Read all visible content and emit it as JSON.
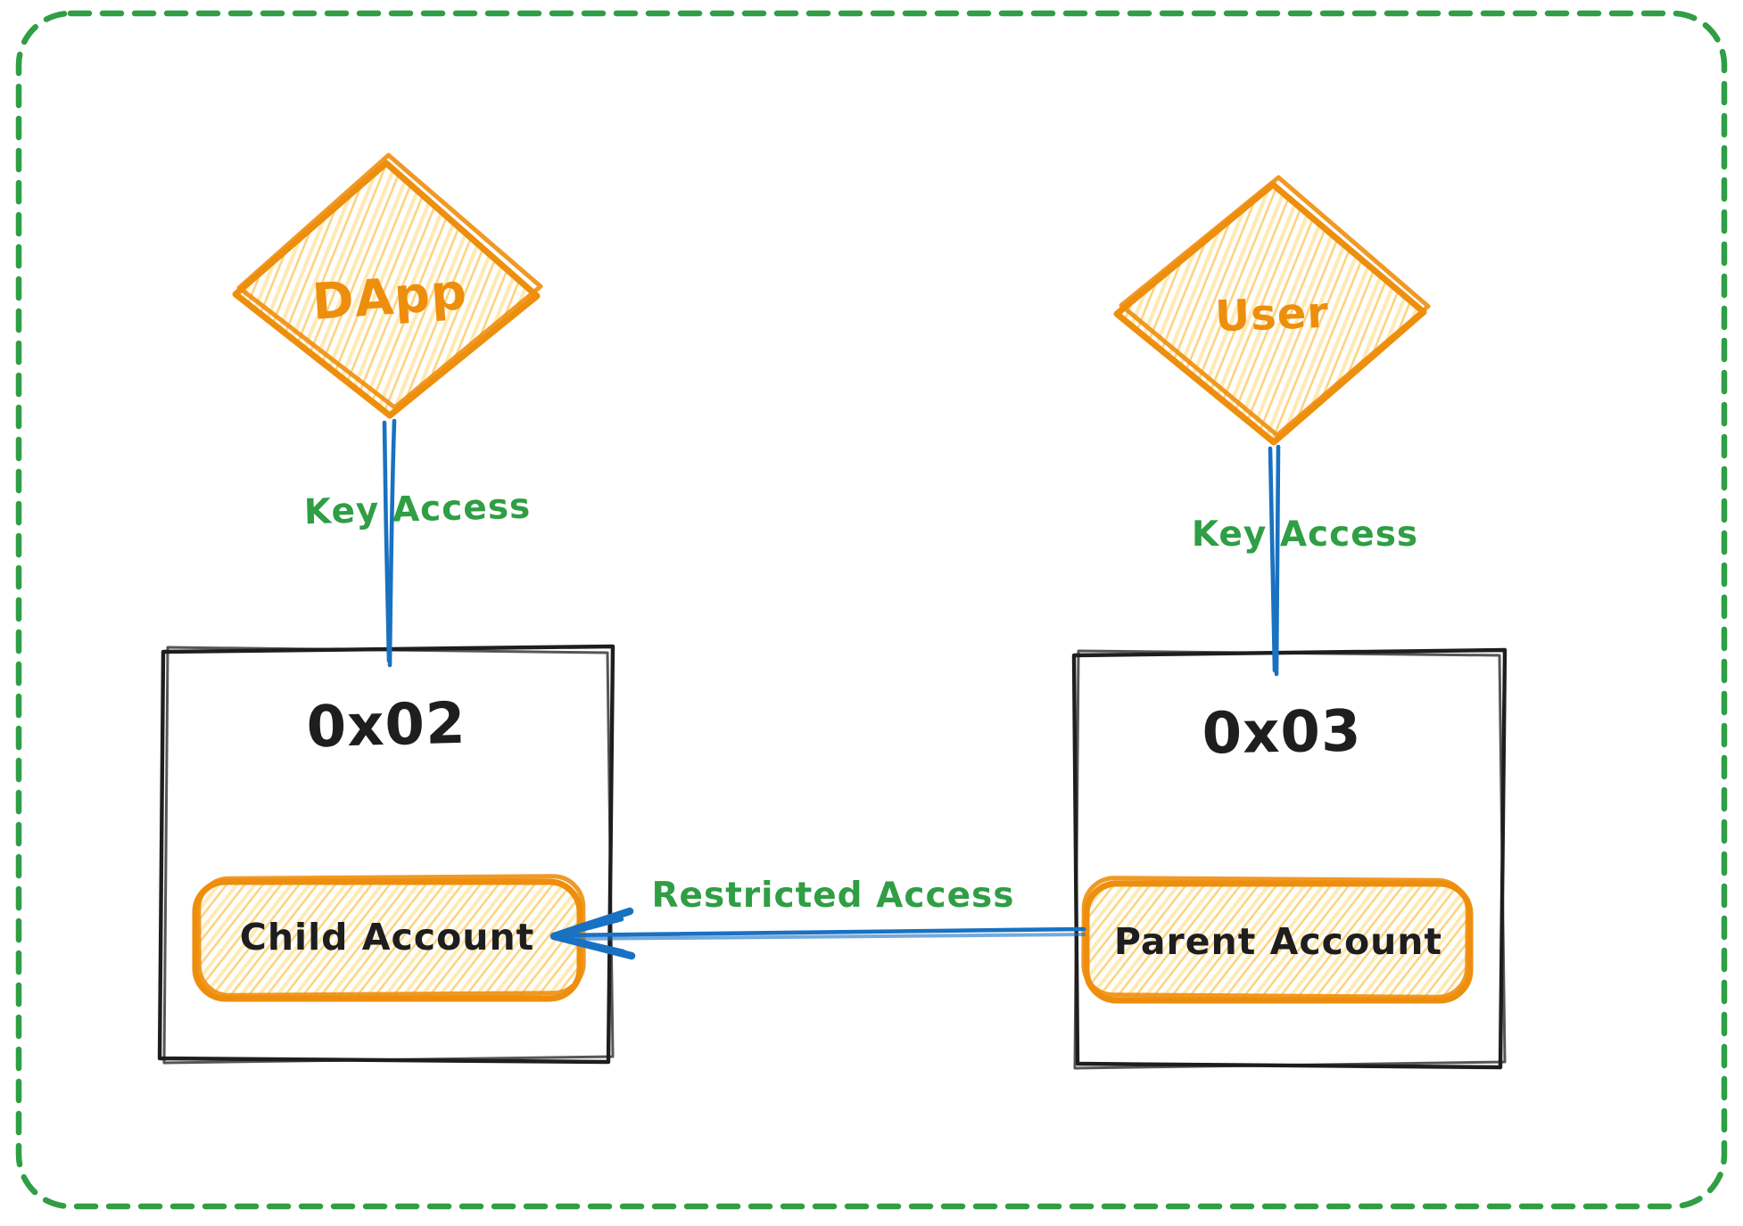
{
  "colors": {
    "background": "#ffffff",
    "border_green": "#2f9e44",
    "label_green": "#2f9e44",
    "shape_orange": "#ee8e0d",
    "hatch_yellow": "#fed27a",
    "hatch_yellow_light": "#ffeab5",
    "connector_blue": "#1971c2",
    "ink_black": "#1e1e1e"
  },
  "nodes": {
    "dapp": {
      "label": "DApp"
    },
    "user": {
      "label": "User"
    },
    "account_left": {
      "address": "0x02",
      "child_label": "Child Account"
    },
    "account_right": {
      "address": "0x03",
      "parent_label": "Parent Account"
    }
  },
  "edges": {
    "dapp_key_access": {
      "label": "Key Access"
    },
    "user_key_access": {
      "label": "Key Access"
    },
    "restricted_access": {
      "label": "Restricted Access"
    }
  }
}
